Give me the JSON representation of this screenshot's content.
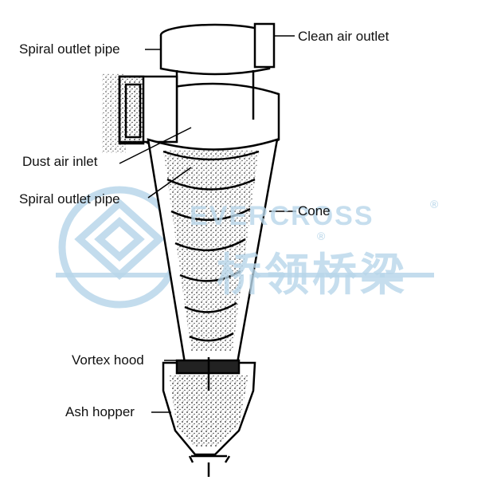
{
  "labels": {
    "spiral_outlet_pipe_top": "Spiral outlet pipe",
    "clean_air_outlet": "Clean air outlet",
    "dust_air_inlet": "Dust air inlet",
    "spiral_outlet_pipe_mid": "Spiral outlet pipe",
    "cone": "Cone",
    "vortex_hood": "Vortex hood",
    "ash_hopper": "Ash hopper"
  },
  "watermark": {
    "brand_en": "EVERCROSS",
    "brand_cn": "桥领桥梁",
    "registered_mark": "®",
    "color": "#b9d7ea"
  }
}
